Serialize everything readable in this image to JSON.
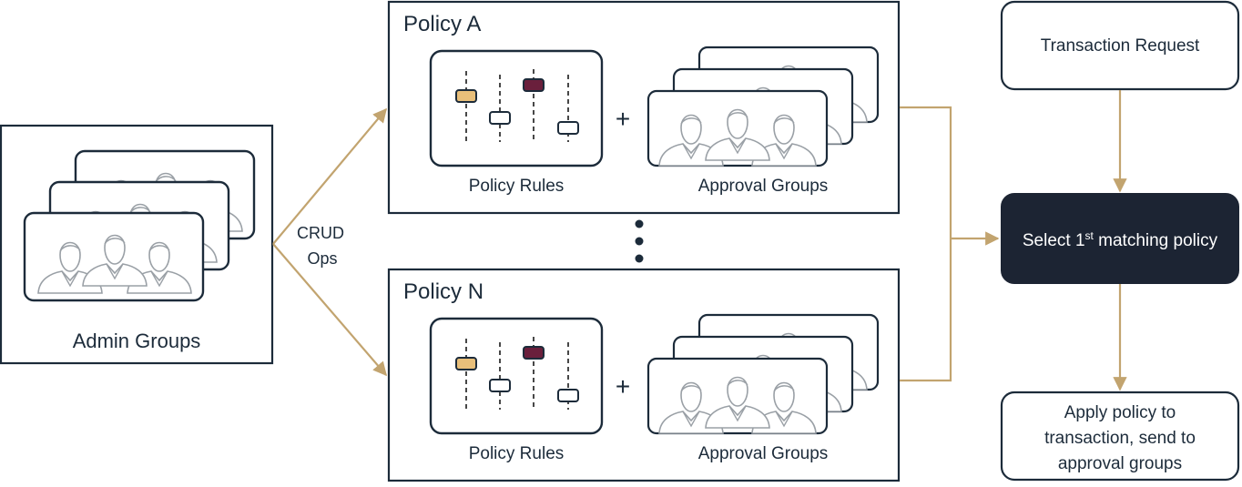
{
  "admin_groups": {
    "label": "Admin Groups"
  },
  "crud": {
    "line1": "CRUD",
    "line2": "Ops"
  },
  "policies": [
    {
      "title": "Policy A",
      "rules_label": "Policy Rules",
      "plus": "+",
      "approval_label": "Approval Groups"
    },
    {
      "title": "Policy N",
      "rules_label": "Policy Rules",
      "plus": "+",
      "approval_label": "Approval Groups"
    }
  ],
  "transaction_request": {
    "label": "Transaction Request"
  },
  "select_policy": {
    "prefix": "Select 1",
    "superscript": "st",
    "suffix": " matching policy"
  },
  "apply_policy": {
    "lines": [
      "Apply policy to",
      "transaction, send to",
      "approval groups"
    ]
  },
  "colors": {
    "navy": "#1c2b3a",
    "arrow": "#c2a46f",
    "slider_gold": "#e8bf7a",
    "slider_maroon": "#6a1f3c",
    "person_stroke": "#9aa0a6",
    "dark_box": "#1c2433"
  },
  "icons": [
    "people-group-icon",
    "slider-rules-icon",
    "ellipsis-vertical-icon",
    "arrow-icon"
  ]
}
